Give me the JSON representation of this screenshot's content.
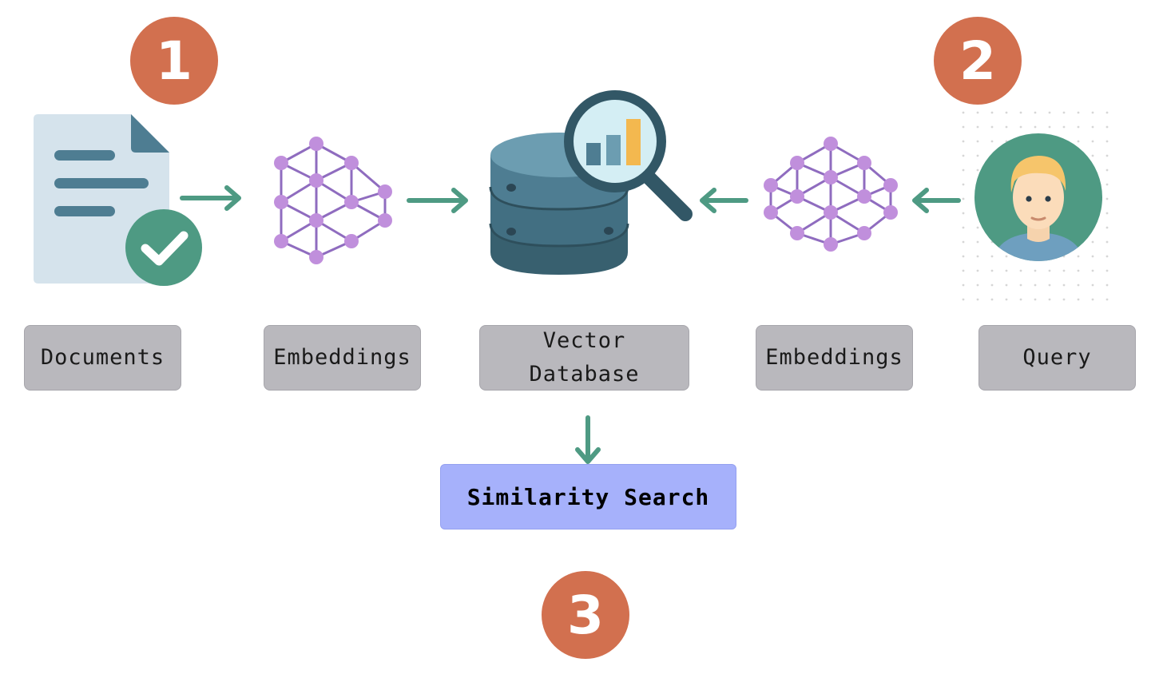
{
  "steps": {
    "step1": "1",
    "step2": "2",
    "step3": "3"
  },
  "labels": {
    "documents": "Documents",
    "embeddings_left": "Embeddings",
    "vector_database_line1": "Vector",
    "vector_database_line2": "Database",
    "embeddings_right": "Embeddings",
    "query": "Query",
    "similarity_search": "Similarity Search"
  },
  "icons": {
    "documents": "document-check-icon",
    "embeddings": "network-graph-icon",
    "vector_database": "database-search-icon",
    "query": "user-avatar-icon",
    "arrows": "arrow-icon"
  },
  "colors": {
    "step_badge": "#d2704f",
    "arrow": "#4e9a83",
    "label_box": "#b9b8bd",
    "search_box": "#a6b1fb",
    "graph_node": "#c08fdc",
    "graph_edge": "#8f6cbf",
    "database": "#4e7d92",
    "avatar_bg": "#4e9a83"
  }
}
